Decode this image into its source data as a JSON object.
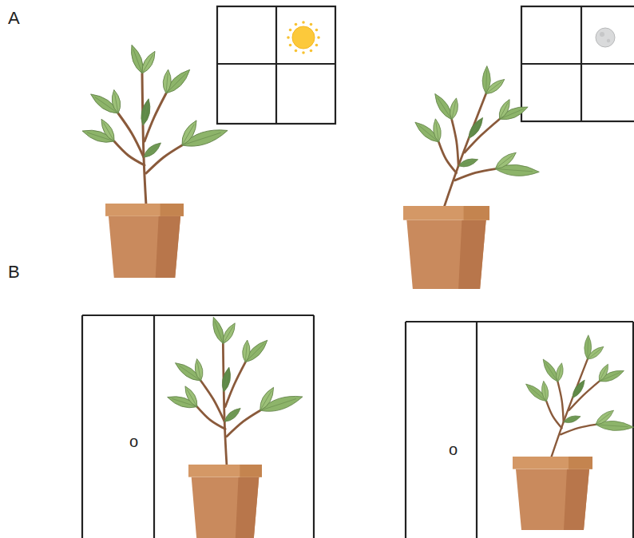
{
  "diagram": {
    "labels": [
      "A",
      "B",
      "o",
      "o"
    ]
  }
}
